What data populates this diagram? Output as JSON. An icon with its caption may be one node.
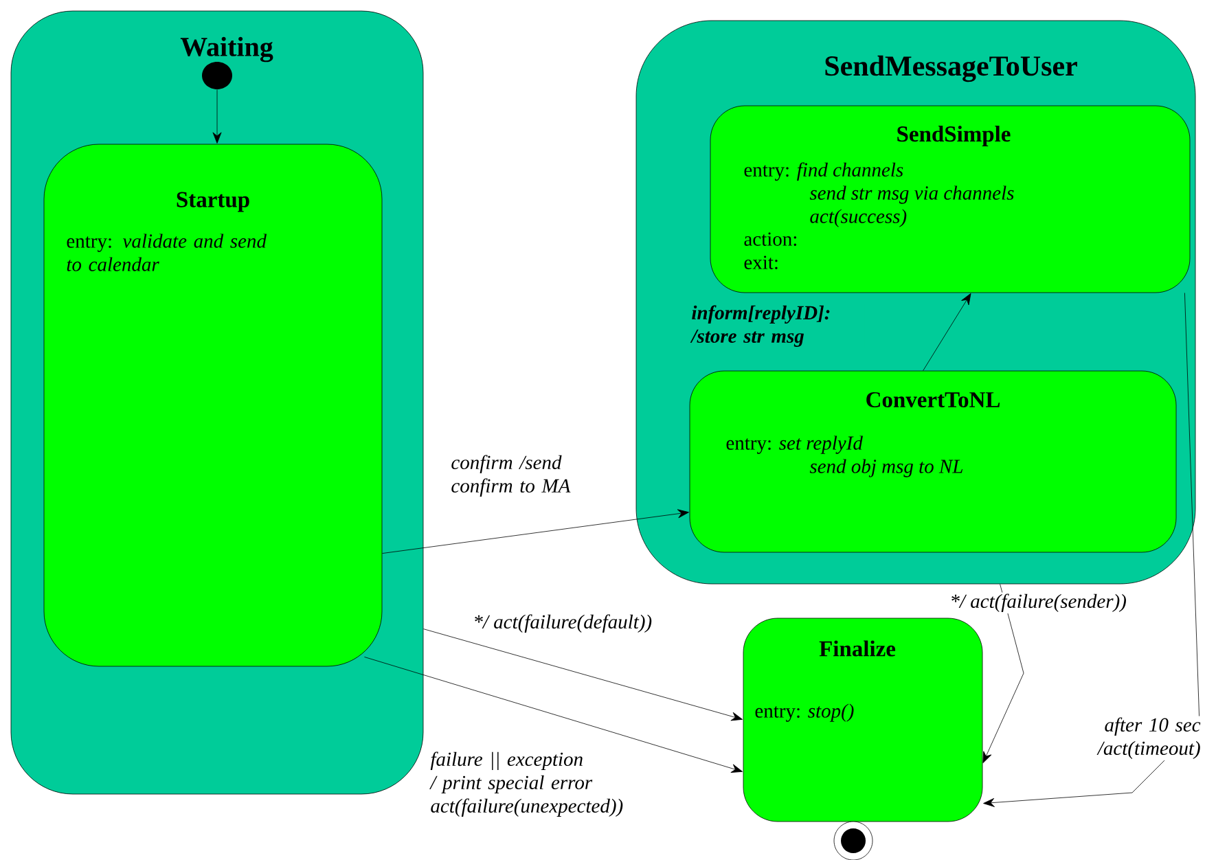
{
  "diagram": {
    "nodes": [
      {
        "text": [
          "Waiting"
        ]
      },
      {
        "text": [],
        "shape": "circle",
        "in": 0
      },
      {
        "text": [
          "Startup",
          "entry: *validate and send to calendar*"
        ],
        "in": 0
      },
      {
        "text": [
          "SendMessageToUser"
        ]
      },
      {
        "text": [
          "SendSimple",
          "entry: *find channels*",
          "send str msg via channels",
          "act(success)",
          "action:",
          "exit:"
        ],
        "in": 3
      },
      {
        "text": [
          "ConvertToNL",
          "entry: *set replyId*",
          "send obj msg to NL"
        ],
        "in": 3
      },
      {
        "text": [
          "Finalize",
          "entry:  *stop()*"
        ]
      },
      {
        "text": [],
        "shape": "circle"
      }
    ],
    "edges": [
      {
        "from": 1,
        "to": 2,
        "arrow": "to"
      },
      {
        "from": 2,
        "to": 5,
        "arrow": "to",
        "label": "confirm /send confirm to MA"
      },
      {
        "from": 5,
        "to": 4,
        "arrow": "to",
        "label": "inform[replyID]: /store str msg"
      },
      {
        "from": 0,
        "to": 6,
        "arrow": "to",
        "label": "*/ act(failure(default))"
      },
      {
        "from": 2,
        "to": 6,
        "arrow": "to",
        "label": "failure || exception / print special error act(failure(unexpected))"
      },
      {
        "from": 3,
        "to": 6,
        "arrow": "to",
        "label": "*/ act(failure(sender))"
      },
      {
        "from": 4,
        "to": 6,
        "arrow": "to",
        "label": "after 10 sec /act(timeout)"
      }
    ]
  }
}
